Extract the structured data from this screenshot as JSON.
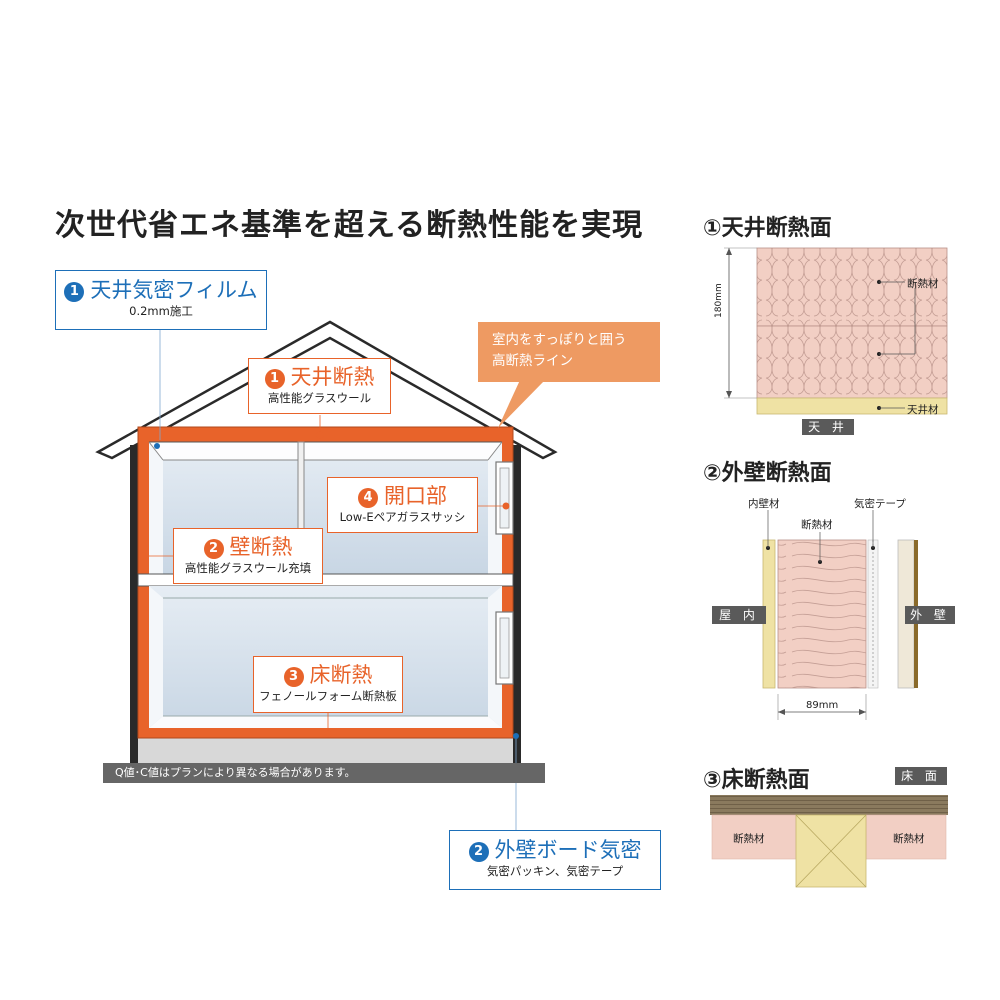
{
  "title": "次世代省エネ基準を超える断熱性能を実現",
  "callouts": {
    "ceiling_film": {
      "num": "1",
      "main": "天井気密フィルム",
      "sub": "0.2mm施工"
    },
    "ceiling_insul": {
      "num": "1",
      "main": "天井断熱",
      "sub": "高性能グラスウール"
    },
    "opening": {
      "num": "4",
      "main": "開口部",
      "sub": "Low-Eペアガラスサッシ"
    },
    "wall_insul": {
      "num": "2",
      "main": "壁断熱",
      "sub": "高性能グラスウール充填"
    },
    "floor_insul": {
      "num": "3",
      "main": "床断熱",
      "sub": "フェノールフォーム断熱板"
    },
    "wall_board": {
      "num": "2",
      "main": "外壁ボード気密",
      "sub": "気密パッキン、気密テープ"
    }
  },
  "bubble": {
    "line1": "室内をすっぽりと囲う",
    "line2": "高断熱ライン"
  },
  "note": "Q値･C値はプランにより異なる場合があります。",
  "sections": {
    "ceiling": {
      "title": "①天井断熱面",
      "dim": "180mm",
      "insulation": "断熱材",
      "ceiling_material": "天井材",
      "ceiling_label": "天 井"
    },
    "wall": {
      "title": "②外壁断熱面",
      "inner_wall": "内壁材",
      "insulation": "断熱材",
      "airtight_tape": "気密テープ",
      "inside": "屋 内",
      "outside": "外 壁",
      "dim": "89mm"
    },
    "floor": {
      "title": "③床断熱面",
      "floor_surface": "床 面",
      "insulation_left": "断熱材",
      "insulation_right": "断熱材"
    }
  },
  "colors": {
    "orange": "#e8632a",
    "blue": "#1d6fb8",
    "insulation": "#f2cfc4",
    "wood": "#efe2a4"
  }
}
